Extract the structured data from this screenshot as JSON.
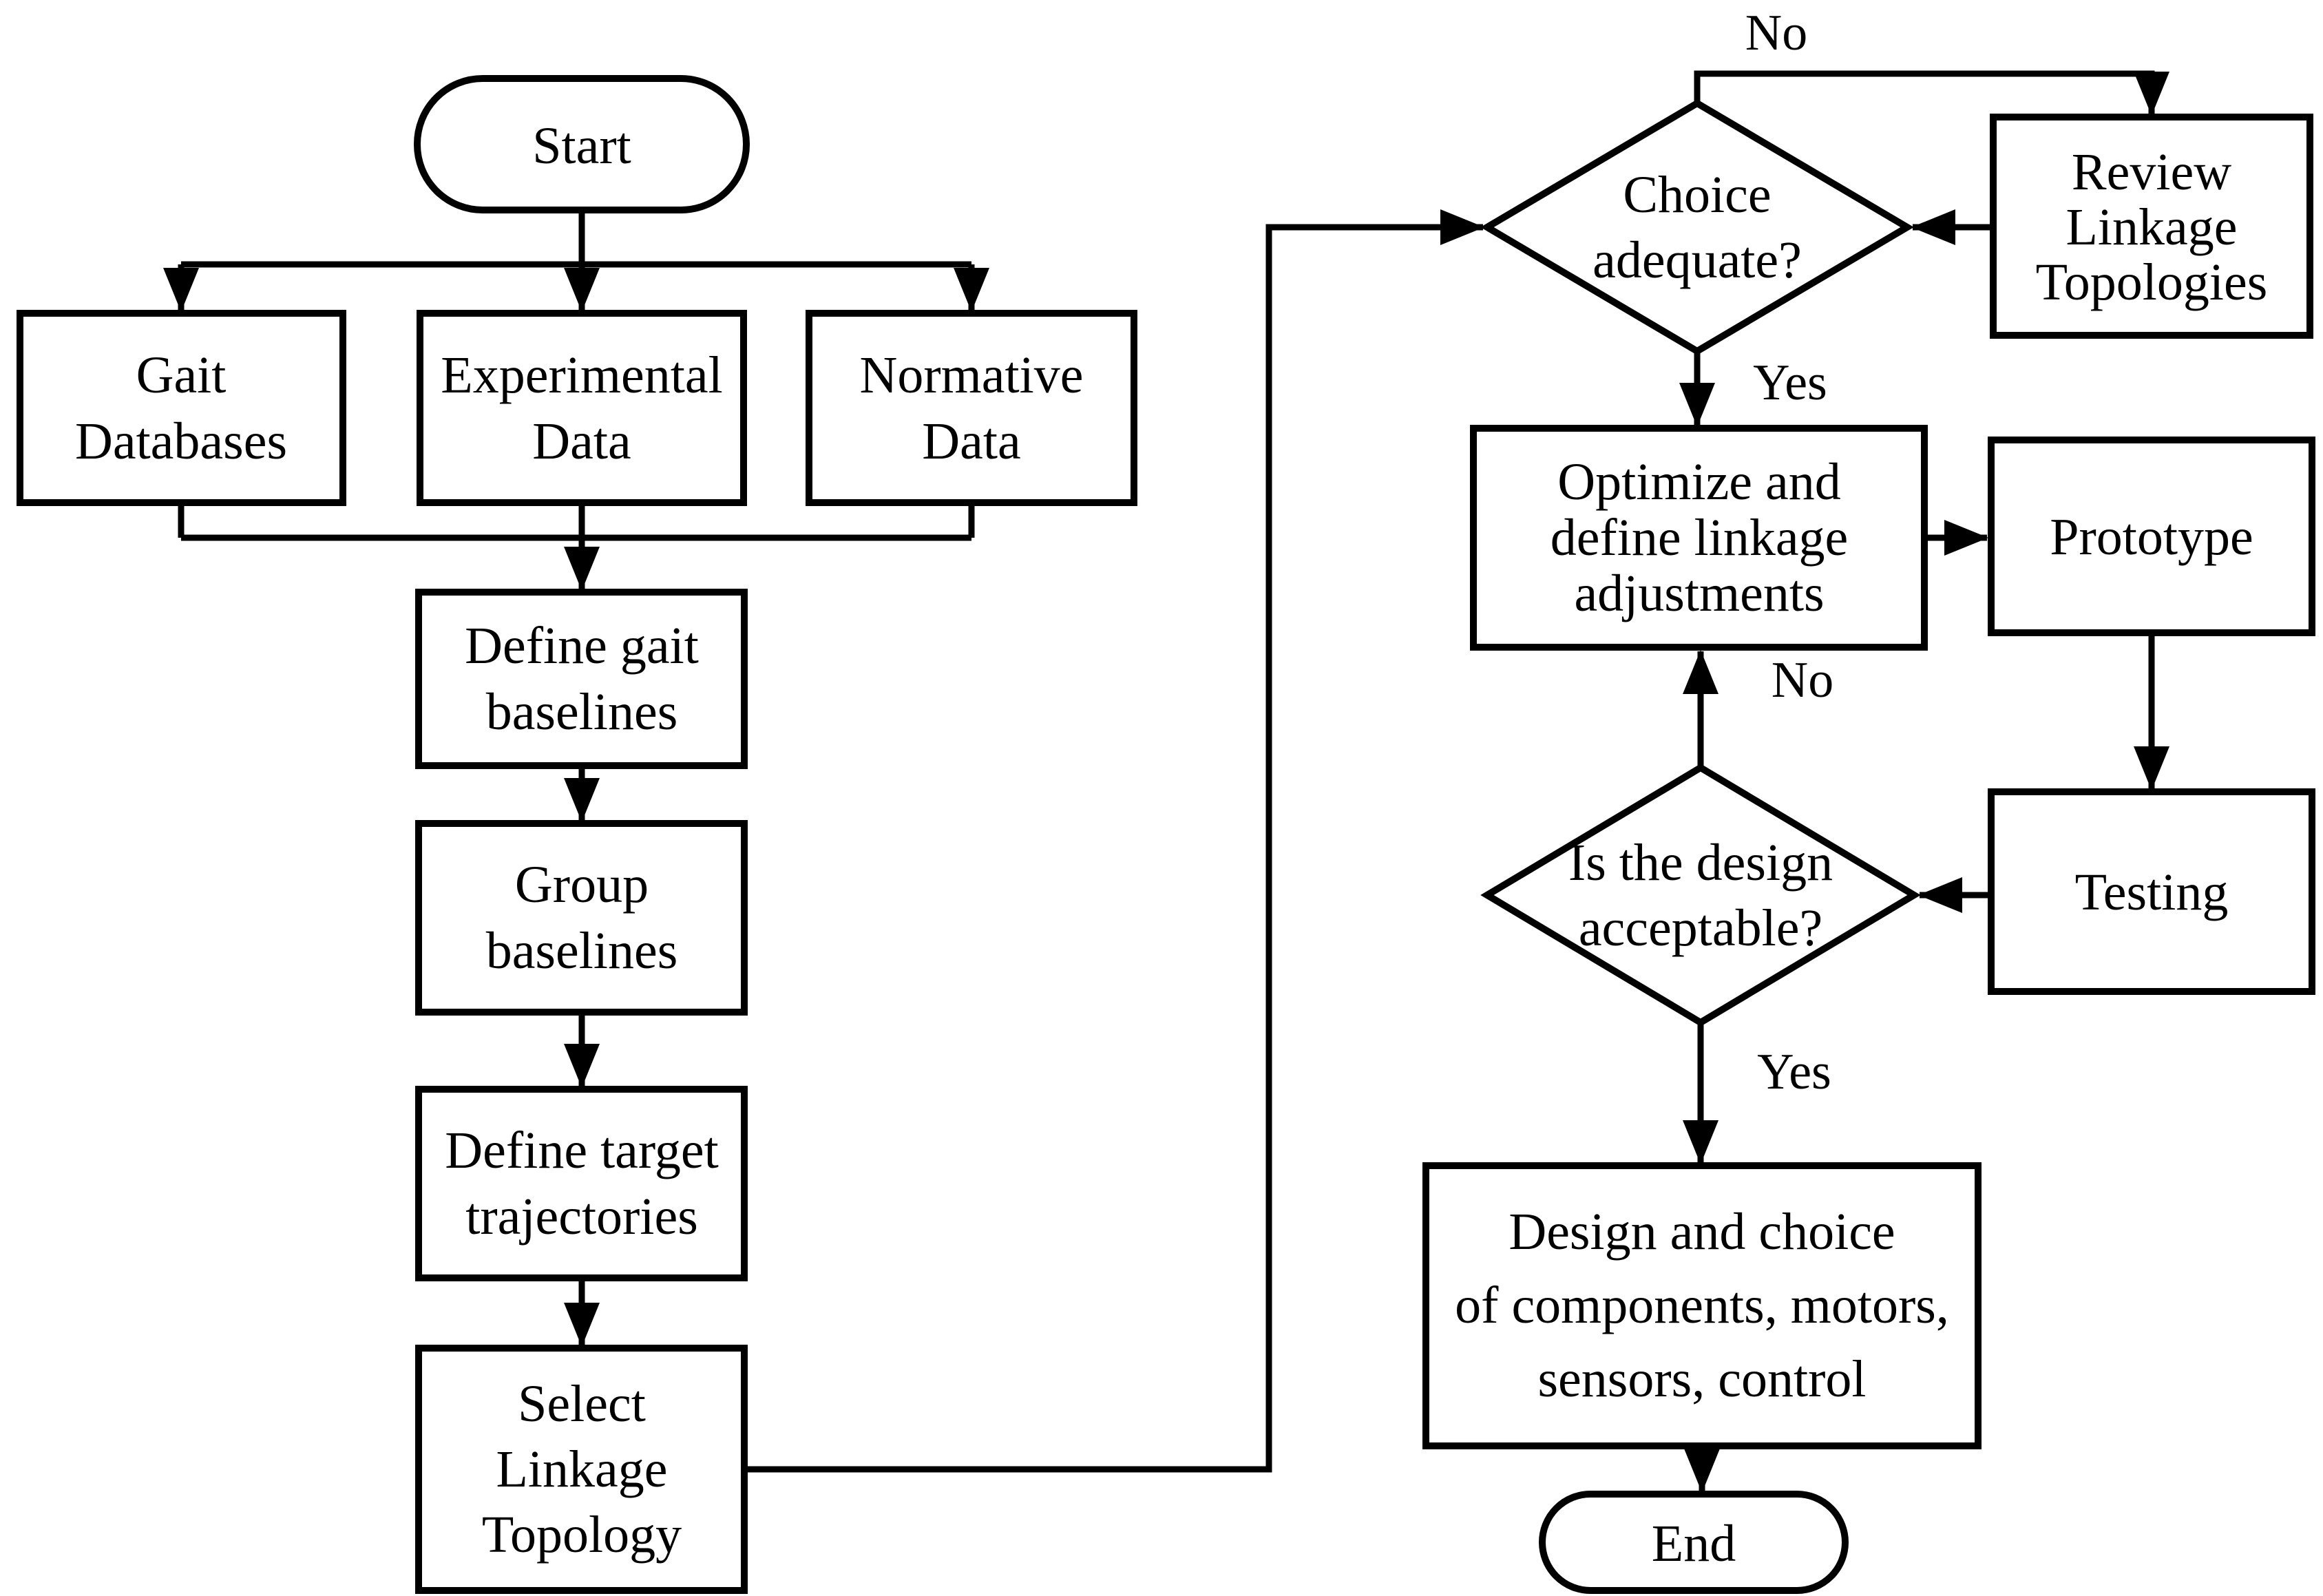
{
  "flowchart": {
    "background_color": "#ffffff",
    "line_color": "#000000",
    "text_color": "#000000",
    "nodes": {
      "start": {
        "shape": "terminator",
        "lines": [
          "Start"
        ]
      },
      "gait_databases": {
        "shape": "process",
        "lines": [
          "Gait",
          "Databases"
        ]
      },
      "experimental_data": {
        "shape": "process",
        "lines": [
          "Experimental",
          "Data"
        ]
      },
      "normative_data": {
        "shape": "process",
        "lines": [
          "Normative",
          "Data"
        ]
      },
      "define_gait_baselines": {
        "shape": "process",
        "lines": [
          "Define gait",
          "baselines"
        ]
      },
      "group_baselines": {
        "shape": "process",
        "lines": [
          "Group",
          "baselines"
        ]
      },
      "define_target_trajectories": {
        "shape": "process",
        "lines": [
          "Define target",
          "trajectories"
        ]
      },
      "select_linkage_topology": {
        "shape": "process",
        "lines": [
          "Select",
          "Linkage",
          "Topology"
        ]
      },
      "choice_adequate": {
        "shape": "decision",
        "lines": [
          "Choice",
          "adequate?"
        ]
      },
      "review_linkage_topologies": {
        "shape": "process",
        "lines": [
          "Review",
          "Linkage",
          "Topologies"
        ]
      },
      "optimize_define_linkage": {
        "shape": "process",
        "lines": [
          "Optimize and",
          "define linkage",
          "adjustments"
        ]
      },
      "prototype": {
        "shape": "process",
        "lines": [
          "Prototype"
        ]
      },
      "testing": {
        "shape": "process",
        "lines": [
          "Testing"
        ]
      },
      "design_acceptable": {
        "shape": "decision",
        "lines": [
          "Is the design",
          "acceptable?"
        ]
      },
      "design_and_choice": {
        "shape": "process",
        "lines": [
          "Design and choice",
          "of components, motors,",
          "sensors, control"
        ]
      },
      "end": {
        "shape": "terminator",
        "lines": [
          "End"
        ]
      }
    },
    "edge_labels": {
      "choice_no": "No",
      "choice_yes": "Yes",
      "design_no": "No",
      "design_yes": "Yes"
    }
  }
}
